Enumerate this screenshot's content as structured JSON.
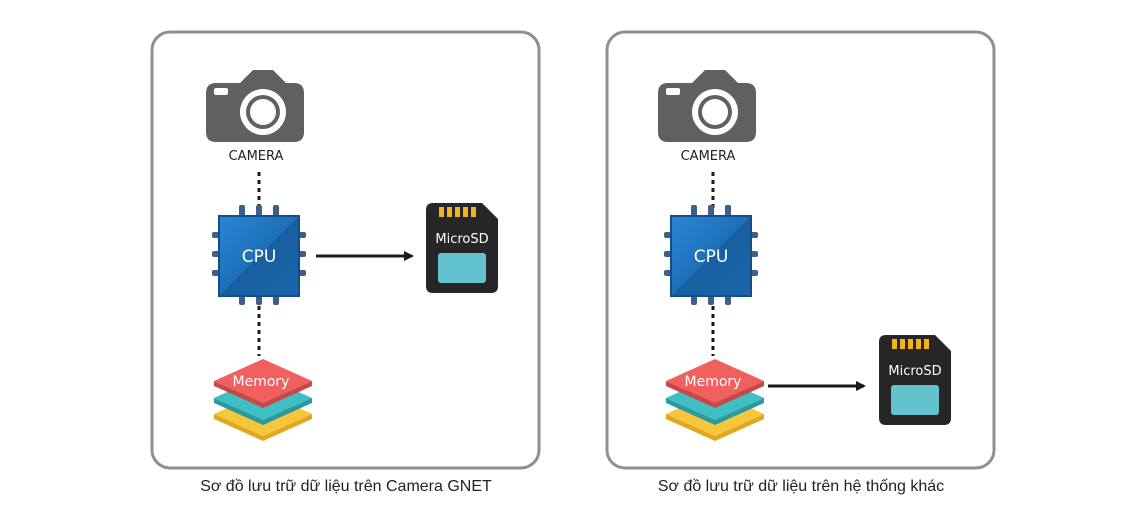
{
  "colors": {
    "panel_border": "#8f8f8f",
    "camera": "#606060",
    "cpu_fill": "#1d6fb8",
    "cpu_pins": "#3d5f8c",
    "sd_body": "#262626",
    "sd_window": "#62c3cf",
    "sd_contacts": "#f0b51e",
    "memory_top": "#f0605e",
    "memory_mid": "#3ebfc4",
    "memory_bottom": "#f6c73a",
    "arrow": "#1a1a1a"
  },
  "panels": [
    {
      "camera_label": "CAMERA",
      "cpu_label": "CPU",
      "memory_label": "Memory",
      "sd_label": "MicroSD",
      "storage_target": "cpu",
      "caption": "Sơ đồ lưu trữ dữ liệu trên Camera GNET"
    },
    {
      "camera_label": "CAMERA",
      "cpu_label": "CPU",
      "memory_label": "Memory",
      "sd_label": "MicroSD",
      "storage_target": "memory",
      "caption": "Sơ đồ lưu trữ dữ liệu trên hệ thống khác"
    }
  ]
}
